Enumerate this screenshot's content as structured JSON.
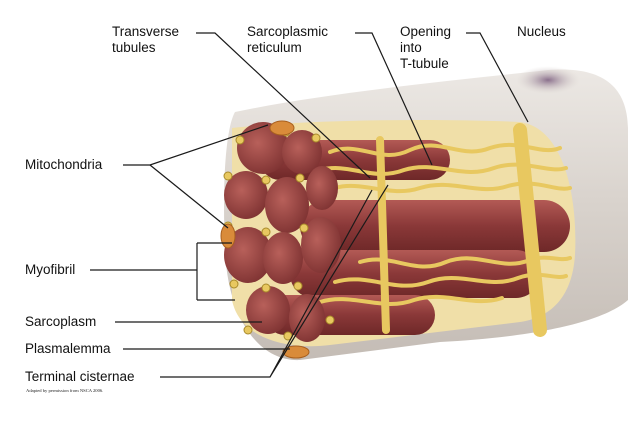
{
  "labels": {
    "transverse_tubules": [
      "Transverse",
      "tubules"
    ],
    "sarcoplasmic_reticulum": [
      "Sarcoplasmic",
      "reticulum"
    ],
    "opening_into_t_tubule": [
      "Opening",
      "into",
      "T-tubule"
    ],
    "nucleus": "Nucleus",
    "mitochondria": "Mitochondria",
    "myofibril": "Myofibril",
    "sarcoplasm": "Sarcoplasm",
    "plasmalemma": "Plasmalemma",
    "terminal_cisternae": "Terminal cisternae"
  },
  "credit": "Adapted by permission from NSCA 2006.",
  "colors": {
    "membrane": "#dcd6d0",
    "myofibril": "#8a3838",
    "reticulum": "#e8c860",
    "mitochondria": "#d98b3a",
    "nucleus": "#8a6f8c",
    "leader_line": "#1a1a1a"
  }
}
